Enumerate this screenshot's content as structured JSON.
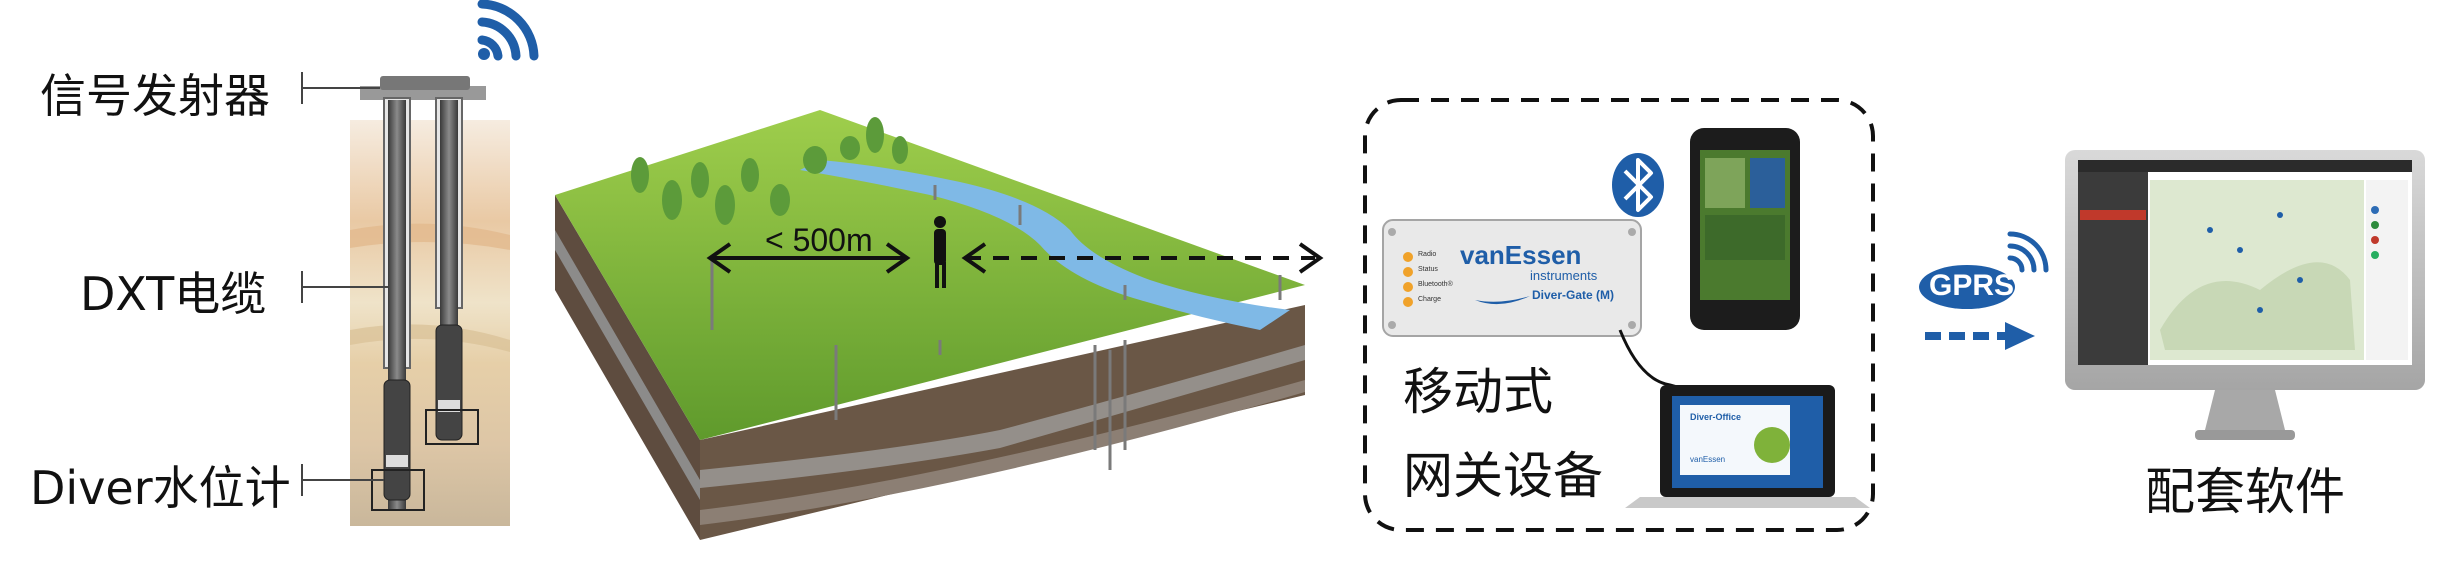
{
  "labels": {
    "transmitter": "信号发射器",
    "cable": "DXT电缆",
    "diver": "Diver水位计",
    "distance": "< 500m",
    "mobile_line1": "移动式",
    "mobile_line2": "网关设备",
    "gprs": "GPRS",
    "software": "配套软件"
  },
  "gateway": {
    "brand": "vanEssen",
    "brand_sub": "instruments",
    "model": "Diver-Gate (M)",
    "leds": [
      "Radio",
      "Status",
      "Bluetooth®",
      "Charge"
    ]
  },
  "laptop": {
    "screen_title": "Diver-Office",
    "screen_sub": "vanEssen"
  },
  "colors": {
    "accent_blue": "#1f5ea8",
    "grass": "#7fb23a",
    "water": "#7fb9e6",
    "soil_dark": "#5a4a3e"
  },
  "icons": [
    "wifi-icon",
    "bluetooth-icon",
    "gprs-wireless-icon"
  ]
}
